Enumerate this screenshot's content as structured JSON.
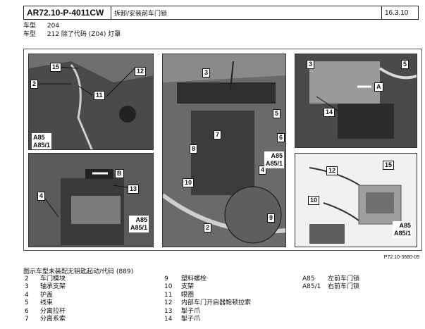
{
  "header": {
    "doc_code": "AR72.10-P-4011CW",
    "title": "拆卸/安装前车门锁",
    "date": "16.3.10"
  },
  "models": [
    {
      "label": "车型",
      "value": "204"
    },
    {
      "label": "车型",
      "value": "212 除了代码 (Z04) 灯罩"
    }
  ],
  "figure": {
    "ref": "P72.10-3680-09",
    "callouts": {
      "p1": [
        "15",
        "12",
        "2",
        "11"
      ],
      "p1_stack": [
        "A85",
        "A85/1"
      ],
      "p2": [
        "B",
        "13",
        "4"
      ],
      "p2_stack": [
        "A85",
        "A85/1"
      ],
      "p3": [
        "3",
        "5",
        "7",
        "6",
        "8",
        "10",
        "4",
        "9",
        "2"
      ],
      "p3_stack": [
        "A85",
        "A85/1"
      ],
      "p4": [
        "3",
        "5",
        "A",
        "14"
      ],
      "p5": [
        "12",
        "15",
        "10"
      ],
      "p5_stack": [
        "A85",
        "A85/1"
      ]
    }
  },
  "legend": {
    "title": "图示车型未装配无钥匙起动/代码 (889)",
    "col1": [
      {
        "n": "2",
        "t": "车门模块"
      },
      {
        "n": "3",
        "t": "轴承支架"
      },
      {
        "n": "4",
        "t": "护盖"
      },
      {
        "n": "5",
        "t": "线束"
      },
      {
        "n": "6",
        "t": "分离拉杆"
      },
      {
        "n": "7",
        "t": "分离系索"
      }
    ],
    "col2": [
      {
        "n": "9",
        "t": "塑料螺栓"
      },
      {
        "n": "10",
        "t": "支架"
      },
      {
        "n": "11",
        "t": "眼圈"
      },
      {
        "n": "12",
        "t": "内部车门开启器鲍顿拉索"
      },
      {
        "n": "13",
        "t": "掣子爪"
      },
      {
        "n": "14",
        "t": "掣子爪"
      }
    ],
    "col3": [
      {
        "n": "A85",
        "t": "左前车门锁"
      },
      {
        "n": "A85/1",
        "t": "右前车门锁"
      }
    ]
  }
}
